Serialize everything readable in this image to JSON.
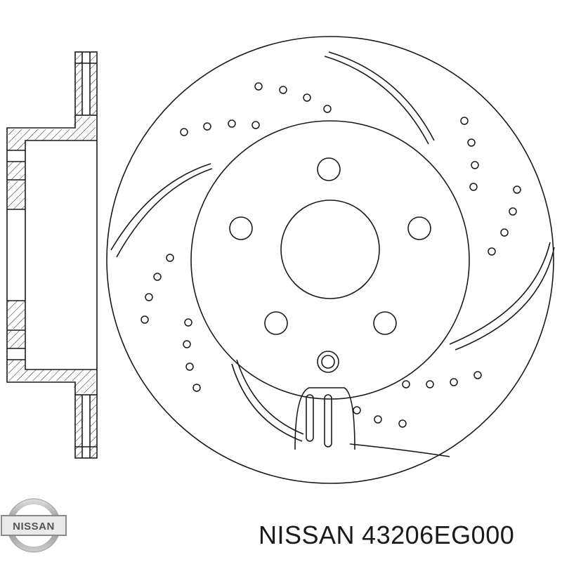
{
  "brand": "NISSAN",
  "logo_text": "NISSAN",
  "part_number": "43206EG000",
  "line_color": "#1a1a1a",
  "logo_color": "#8a8a8a",
  "logo_band_color": "#555555"
}
